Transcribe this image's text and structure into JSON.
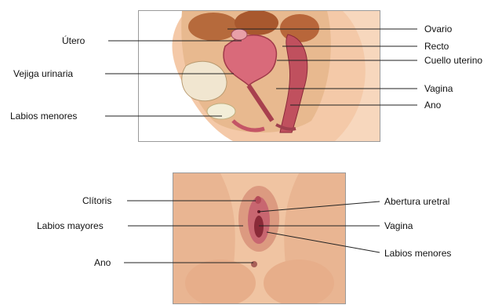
{
  "top_diagram": {
    "labels_left": [
      "Útero",
      "Vejiga urinaria",
      "Labios menores"
    ],
    "labels_right": [
      "Ovario",
      "Recto",
      "Cuello uterino",
      "Vagina",
      "Ano"
    ]
  },
  "bottom_diagram": {
    "labels_left": [
      "Clítoris",
      "Labios mayores",
      "Ano"
    ],
    "labels_right": [
      "Abertura uretral",
      "Vagina",
      "Labios menores"
    ]
  }
}
